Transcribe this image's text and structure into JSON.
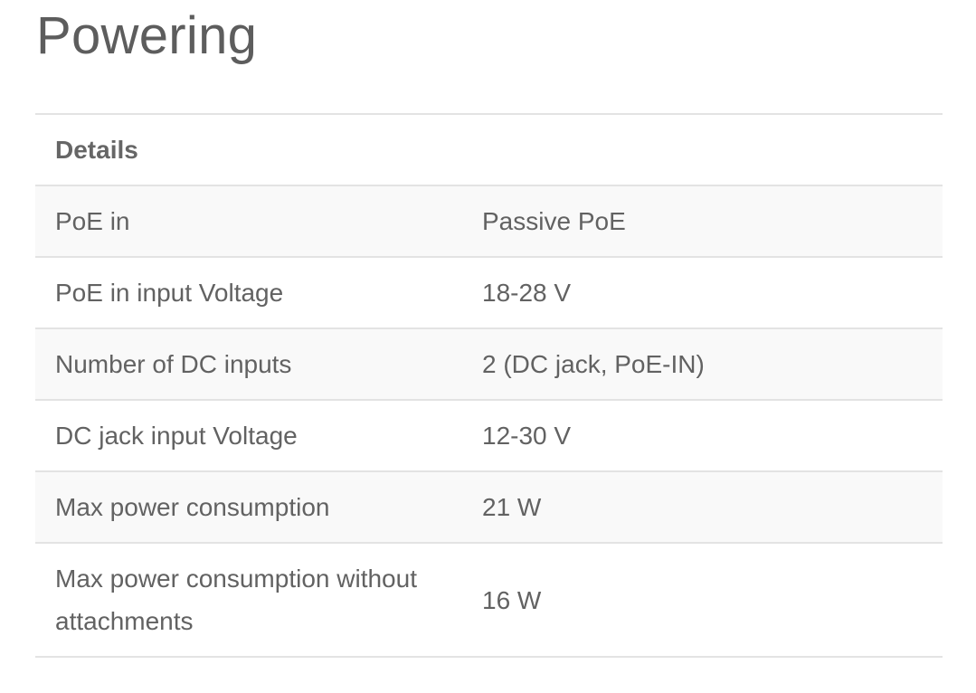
{
  "section": {
    "title": "Powering"
  },
  "table": {
    "header": "Details",
    "rows": [
      {
        "label": "PoE in",
        "value": "Passive PoE"
      },
      {
        "label": "PoE in input Voltage",
        "value": "18-28 V"
      },
      {
        "label": "Number of DC inputs",
        "value": "2 (DC jack, PoE-IN)"
      },
      {
        "label": "DC jack input Voltage",
        "value": "12-30 V"
      },
      {
        "label": "Max power consumption",
        "value": "21 W"
      },
      {
        "label": "Max power consumption without attachments",
        "value": "16 W"
      }
    ]
  }
}
